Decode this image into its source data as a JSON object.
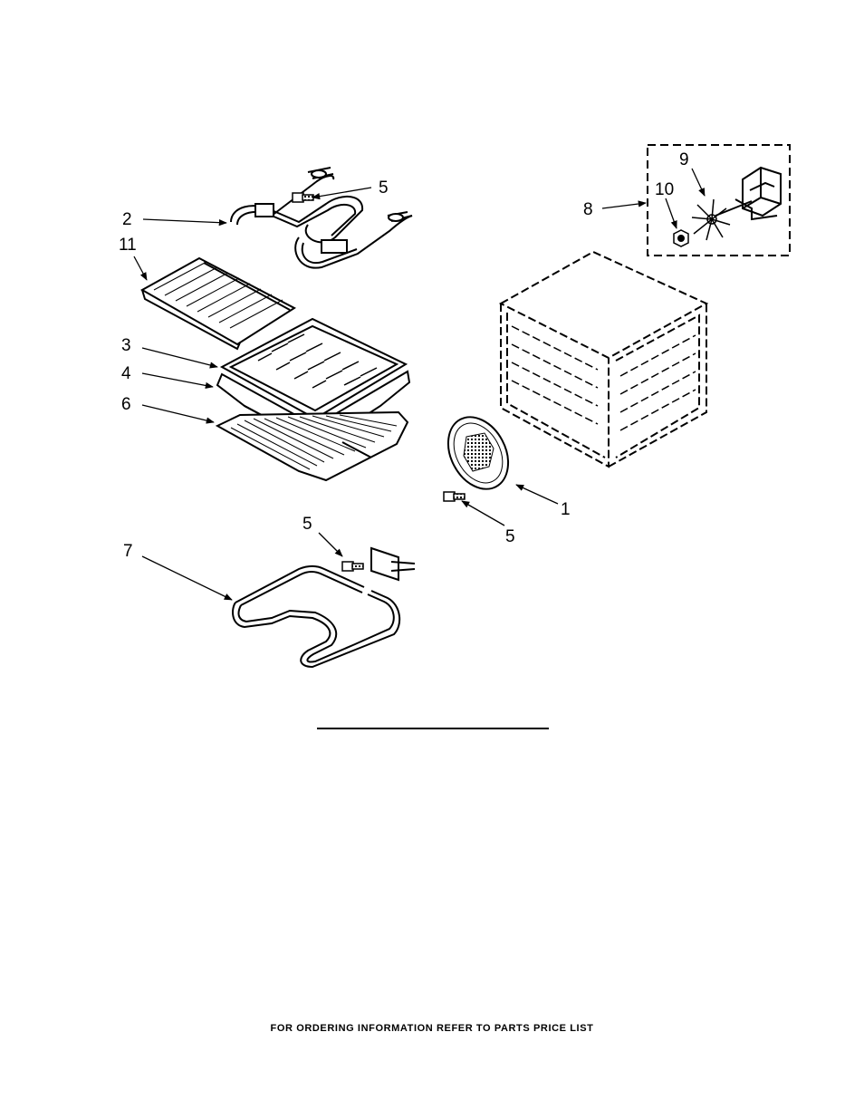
{
  "callouts": {
    "c1": "1",
    "c2": "2",
    "c3": "3",
    "c4": "4",
    "c5a": "5",
    "c5b": "5",
    "c5c": "5",
    "c6": "6",
    "c7": "7",
    "c8": "8",
    "c9": "9",
    "c10": "10",
    "c11": "11"
  },
  "footer": "FOR ORDERING INFORMATION REFER TO PARTS PRICE LIST"
}
